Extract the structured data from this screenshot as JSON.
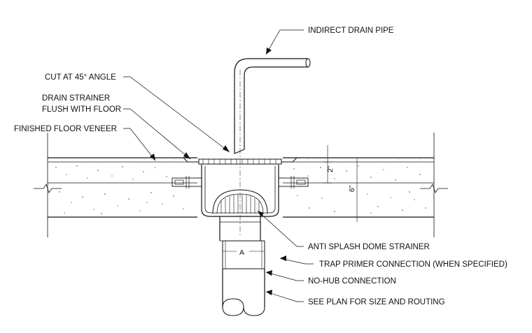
{
  "labels": {
    "indirect_drain_pipe": "INDIRECT DRAIN PIPE",
    "cut_45": "CUT AT 45° ANGLE",
    "drain_strainer_line1": "DRAIN STRAINER",
    "drain_strainer_line2": "FLUSH WITH FLOOR",
    "finished_floor_veneer": "FINISHED FLOOR VENEER",
    "anti_splash": "ANTI SPLASH DOME STRAINER",
    "trap_primer": "TRAP PRIMER CONNECTION (WHEN SPECIFIED)",
    "no_hub": "NO-HUB CONNECTION",
    "see_plan": "SEE PLAN FOR SIZE AND ROUTING"
  },
  "dimensions": {
    "veneer_thickness": "2\"",
    "slab_thickness": "6\"",
    "pipe_size": "A"
  },
  "colors": {
    "line": "#111111",
    "background": "#ffffff"
  }
}
